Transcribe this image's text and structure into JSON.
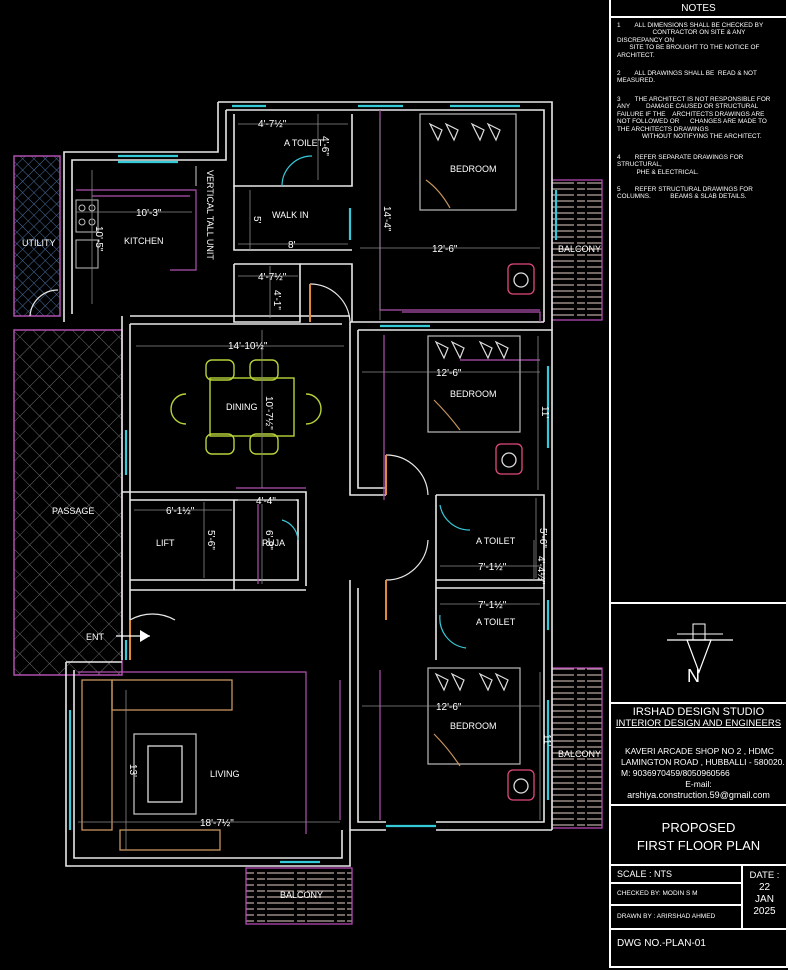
{
  "rooms": {
    "utility": "UTILITY",
    "kitchen": "KITCHEN",
    "vertical_tall_unit": "VERTICAL TALL UNIT",
    "toilet_top": "A TOILET",
    "walk_in": "WALK IN",
    "bedroom_1": "BEDROOM",
    "balcony_1": "BALCONY",
    "dining": "DINING",
    "bedroom_2": "BEDROOM",
    "passage": "PASSAGE",
    "lift": "LIFT",
    "puja": "PUJA",
    "toilet_mid": "A TOILET",
    "toilet_low": "A TOILET",
    "entry": "ENT",
    "bedroom_3": "BEDROOM",
    "balcony_2": "BALCONY",
    "living": "LIVING",
    "balcony_3": "BALCONY"
  },
  "dimensions": {
    "toilet_top_w": "4'-7½\"",
    "toilet_top_h": "4'-6\"",
    "kitchen_w": "10'-3\"",
    "utility_h": "10'-5\"",
    "walkin_h": "5'",
    "walkin_w": "8'",
    "bed1_h": "14'-4\"",
    "bed1_w": "12'-6\"",
    "store_w": "4'-7½\"",
    "store_h": "4'-1\"",
    "dining_w": "14'-10½\"",
    "dining_h": "10'-7½\"",
    "bed2_w": "12'-6\"",
    "bed2_h": "11'",
    "lift_w": "6'-1½\"",
    "lift_h": "5'-6\"",
    "puja_w": "4'-4\"",
    "puja_h": "6'-8\"",
    "toilet_mid_w": "7'-1½\"",
    "toilet_mid_h": "5'-6\"",
    "toilet_low_w": "7'-1½\"",
    "toilet_low_h": "4'-4½\"",
    "bed3_w": "12'-6\"",
    "bed3_h": "11'",
    "living_h": "13'",
    "living_w": "18'-7½\""
  },
  "notes": {
    "heading": "NOTES",
    "items": [
      "1        ALL DIMENSIONS SHALL BE CHECKED BY\n                    CONTRACTOR ON SITE & ANY\nDISCREPANCY ON\n       SITE TO BE BROUGHT TO THE NOTICE OF\nARCHITECT.",
      "2        ALL DRAWINGS SHALL BE  READ & NOT\nMEASURED.",
      "3        THE ARCHITECT IS NOT RESPONSIBLE FOR\nANY         DAMAGE CAUSED OR STRUCTURAL\nFAILURE IF THE    ARCHITECTS DRAWINGS ARE\nNOT FOLLOWED OR      CHANGES ARE MADE TO\nTHE ARCHITECTS DRAWINGS\n              WITHOUT NOTIFYING THE ARCHITECT.",
      "4        REFER SEPARATE DRAWINGS FOR\nSTRUCTURAL,\n           PHE & ELECTRICAL.",
      "5        REFER STRUCTURAL DRAWINGS FOR\nCOLUMNS.           BEAMS & SLAB DETAILS."
    ]
  },
  "north_label": "N",
  "studio": {
    "name": "IRSHAD DESIGN STUDIO",
    "tagline": "INTERIOR DESIGN AND ENGINEERS",
    "address_1": "KAVERI ARCADE SHOP NO 2 , HDMC",
    "address_2": "LAMINGTON ROAD , HUBBALLI - 580020.",
    "phone": "M: 9036970459/8050960566",
    "email_label": "E-mail:",
    "email": "arshiya.construction.59@gmail.com"
  },
  "title": {
    "line1": "PROPOSED",
    "line2": "FIRST FLOOR PLAN"
  },
  "meta": {
    "scale": "SCALE : NTS",
    "checked_by": "CHECKED BY: MODIN S M",
    "drawn_by": "DRAWN BY : ARIRSHAD AHMED",
    "date_label": "DATE :",
    "date_day": "22",
    "date_month": "JAN",
    "date_year": "2025",
    "dwg_no": "DWG NO.-PLAN-01"
  }
}
